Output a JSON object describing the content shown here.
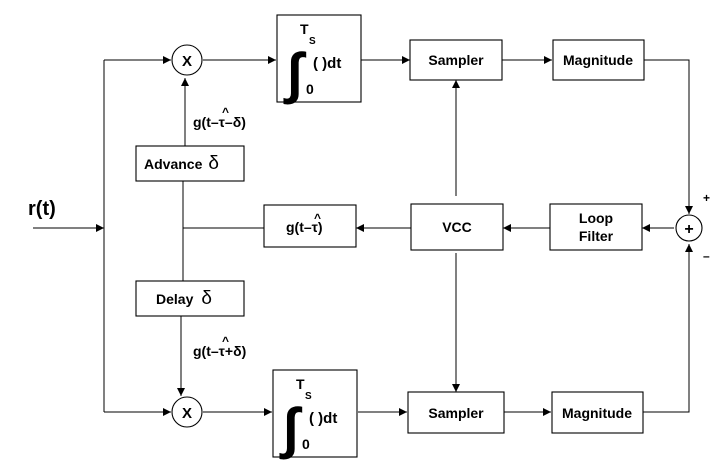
{
  "input_label": "r(t)",
  "mult_symbol": "X",
  "integrator": {
    "upper_limit": "T",
    "upper_limit_sub": "S",
    "lower_limit": "0",
    "integrand": "( )dt"
  },
  "sampler_label": "Sampler",
  "magnitude_label": "Magnitude",
  "vcc_label": "VCC",
  "loop_filter": {
    "line1": "Loop",
    "line2": "Filter"
  },
  "advance": {
    "text": "Advance",
    "symbol": "δ"
  },
  "delay": {
    "text": "Delay",
    "symbol": "δ"
  },
  "g_center": {
    "prefix": "g(t–",
    "tau": "τ",
    "suffix": ")"
  },
  "g_early": {
    "prefix": "g(t–",
    "tau": "τ",
    "suffix": "–δ)"
  },
  "g_late": {
    "prefix": "g(t–",
    "tau": "τ",
    "suffix": "+δ)"
  },
  "summer": {
    "symbol": "+",
    "plus_sign": "+",
    "minus_sign": "–"
  }
}
